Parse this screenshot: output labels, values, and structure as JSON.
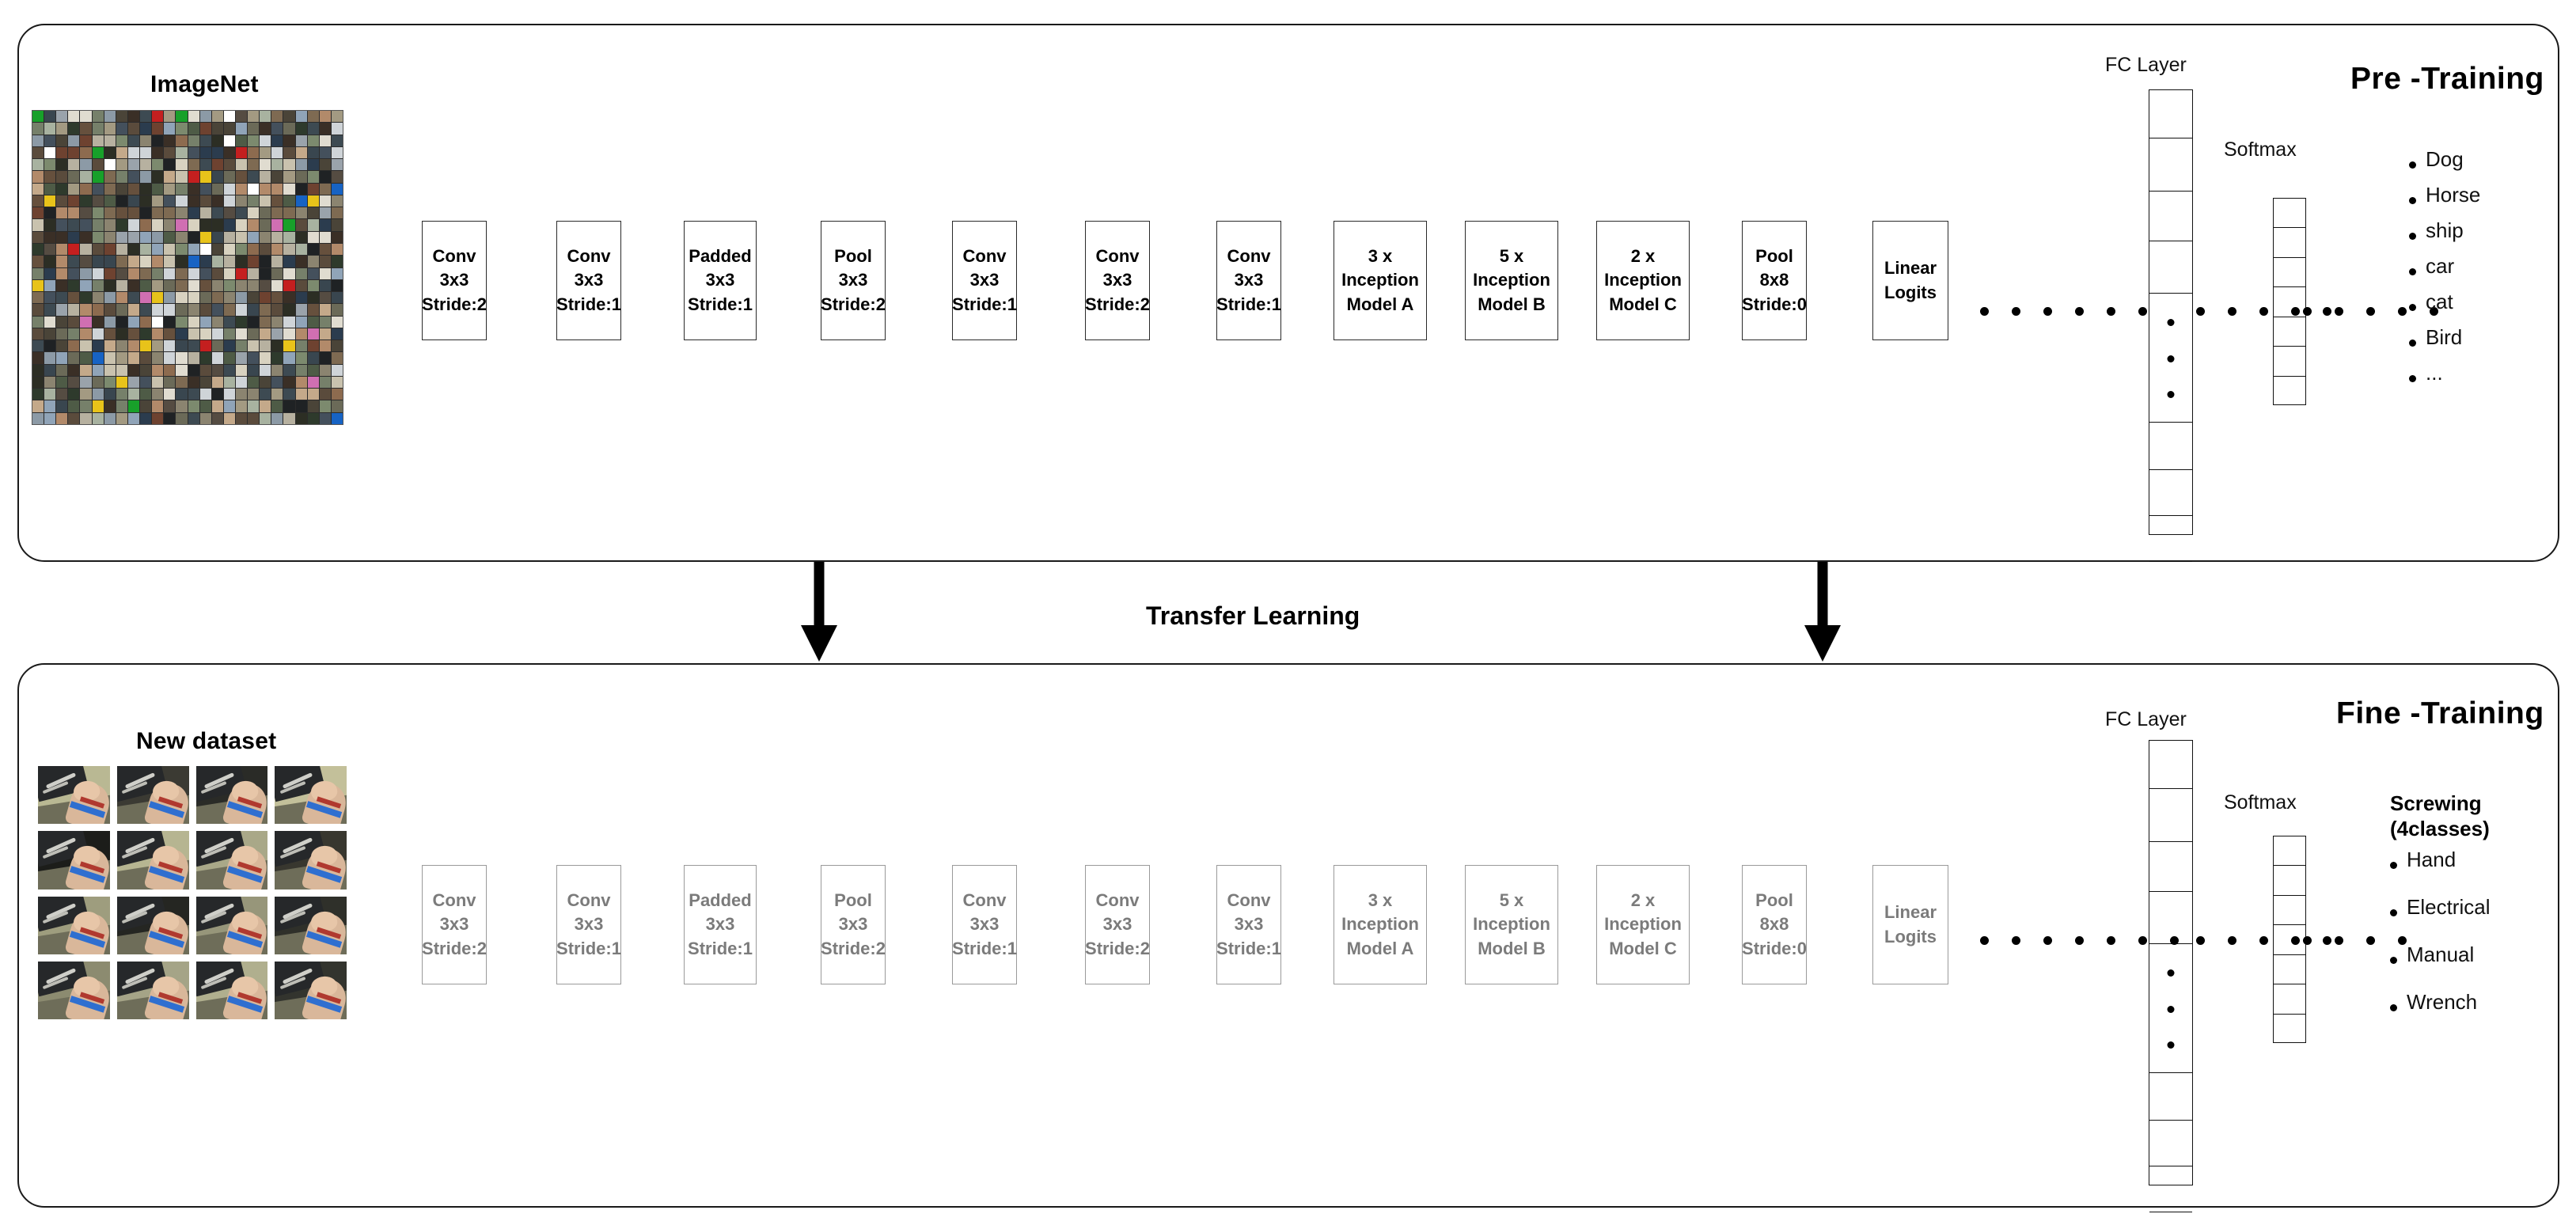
{
  "figure": {
    "transfer_label": "Transfer Learning"
  },
  "pretraining": {
    "section_title": "Pre -Training",
    "dataset_title": "ImageNet",
    "fc_label": "FC Layer",
    "softmax_label": "Softmax",
    "blocks": [
      {
        "l1": "Conv",
        "l2": "3x3",
        "l3": "Stride:2"
      },
      {
        "l1": "Conv",
        "l2": "3x3",
        "l3": "Stride:1"
      },
      {
        "l1": "Padded",
        "l2": "3x3",
        "l3": "Stride:1"
      },
      {
        "l1": "Pool",
        "l2": "3x3",
        "l3": "Stride:2"
      },
      {
        "l1": "Conv",
        "l2": "3x3",
        "l3": "Stride:1"
      },
      {
        "l1": "Conv",
        "l2": "3x3",
        "l3": "Stride:2"
      },
      {
        "l1": "Conv",
        "l2": "3x3",
        "l3": "Stride:1"
      },
      {
        "l1": "3 x",
        "l2": "Inception",
        "l3": "Model A"
      },
      {
        "l1": "5 x",
        "l2": "Inception",
        "l3": "Model B"
      },
      {
        "l1": "2 x",
        "l2": "Inception",
        "l3": "Model C"
      },
      {
        "l1": "Pool",
        "l2": "8x8",
        "l3": "Stride:0"
      },
      {
        "l1": "Linear",
        "l2": "Logits",
        "l3": ""
      }
    ],
    "classes_header": "",
    "classes": [
      "Dog",
      "Horse",
      "ship",
      "car",
      "cat",
      "Bird",
      "..."
    ]
  },
  "finetraining": {
    "section_title": "Fine -Training",
    "dataset_title": "New dataset",
    "fc_label": "FC Layer",
    "softmax_label": "Softmax",
    "blocks": [
      {
        "l1": "Conv",
        "l2": "3x3",
        "l3": "Stride:2"
      },
      {
        "l1": "Conv",
        "l2": "3x3",
        "l3": "Stride:1"
      },
      {
        "l1": "Padded",
        "l2": "3x3",
        "l3": "Stride:1"
      },
      {
        "l1": "Pool",
        "l2": "3x3",
        "l3": "Stride:2"
      },
      {
        "l1": "Conv",
        "l2": "3x3",
        "l3": "Stride:1"
      },
      {
        "l1": "Conv",
        "l2": "3x3",
        "l3": "Stride:2"
      },
      {
        "l1": "Conv",
        "l2": "3x3",
        "l3": "Stride:1"
      },
      {
        "l1": "3 x",
        "l2": "Inception",
        "l3": "Model A"
      },
      {
        "l1": "5 x",
        "l2": "Inception",
        "l3": "Model B"
      },
      {
        "l1": "2 x",
        "l2": "Inception",
        "l3": "Model C"
      },
      {
        "l1": "Pool",
        "l2": "8x8",
        "l3": "Stride:0"
      },
      {
        "l1": "Linear",
        "l2": "Logits",
        "l3": ""
      }
    ],
    "classes_header_line1": "Screwing",
    "classes_header_line2": "(4classes)",
    "classes": [
      "Hand",
      "Electrical",
      "Manual",
      "Wrench"
    ]
  },
  "colors": {
    "stroke": "#1a1a1a",
    "dim_stroke": "#9a9a9a",
    "dim_text": "#7b7b7b",
    "text": "#000000"
  }
}
